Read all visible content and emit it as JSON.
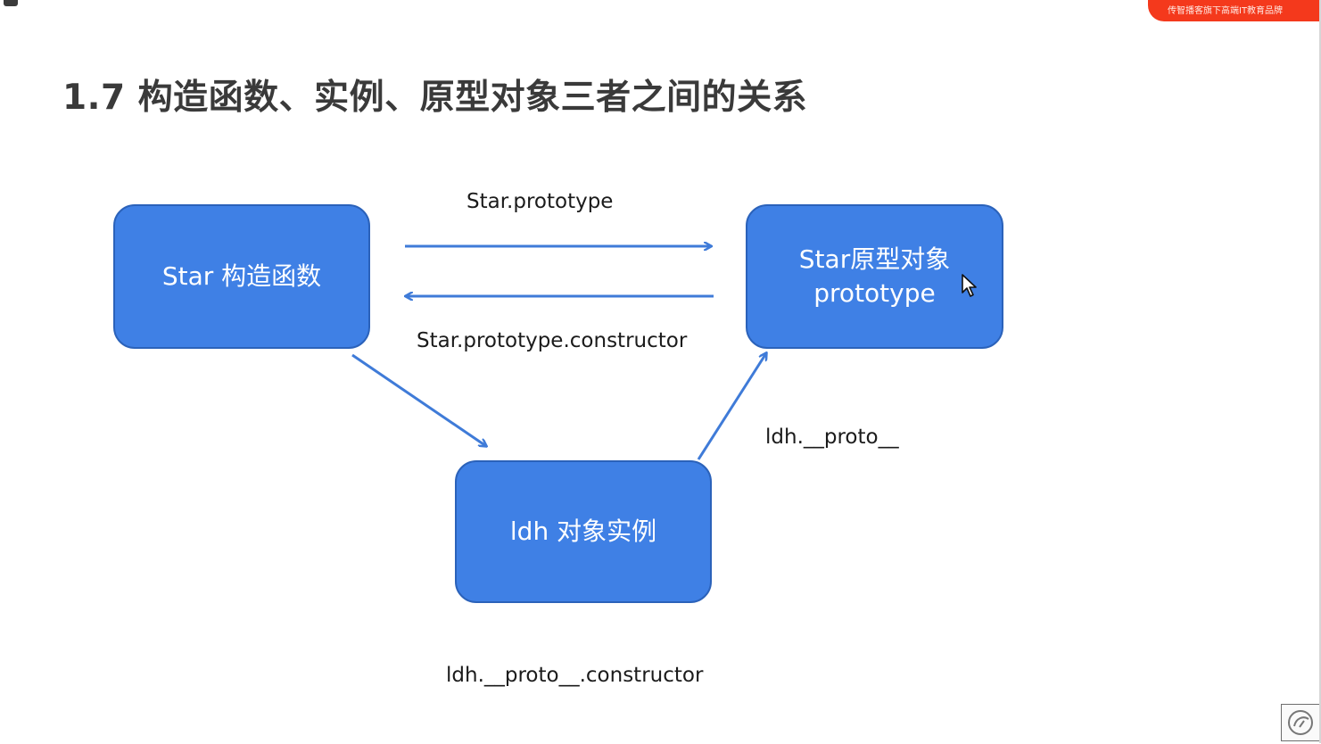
{
  "badge": {
    "text": "传智播客旗下高端IT教育品牌"
  },
  "title": "1.7 构造函数、实例、原型对象三者之间的关系",
  "nodes": {
    "constructor": "Star 构造函数",
    "prototype_line1": "Star原型对象",
    "prototype_line2": "prototype",
    "instance": "ldh 对象实例"
  },
  "edges": {
    "prototype": "Star.prototype",
    "constructor": "Star.prototype.constructor",
    "proto": "ldh.__proto__",
    "proto_constructor": "ldh.__proto__.constructor"
  },
  "colors": {
    "node_fill": "#3f80e5",
    "node_border": "#2b62ba",
    "arrow": "#3f7bd8",
    "badge": "#f4391c",
    "title": "#3a3a3a"
  }
}
